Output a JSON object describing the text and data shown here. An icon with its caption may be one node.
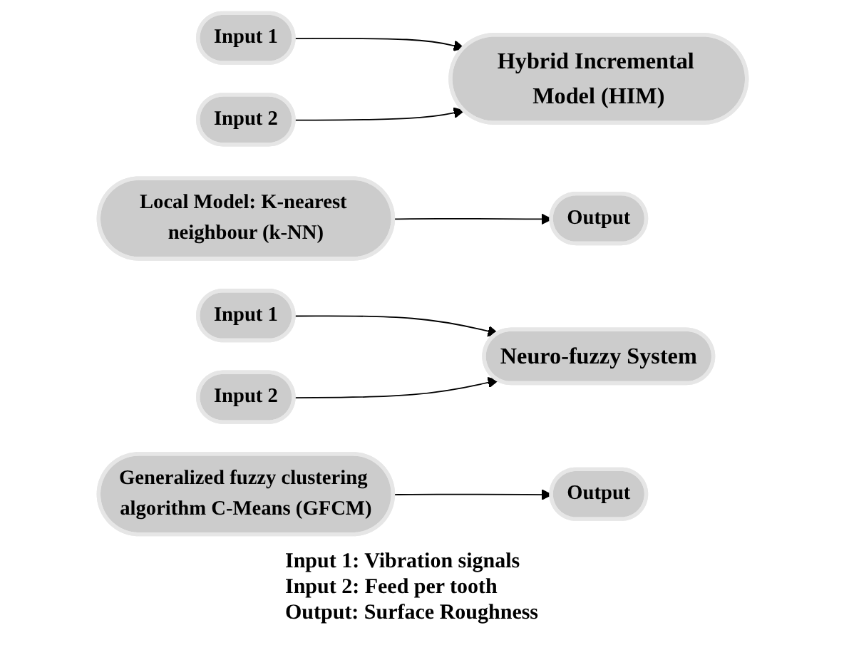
{
  "diagram": {
    "nodes": [
      {
        "text": [
          "Input 1"
        ]
      },
      {
        "text": [
          "Input 2"
        ]
      },
      {
        "text": [
          "Hybrid Incremental Model (HIM)"
        ]
      },
      {
        "text": [
          "Local Model: K-nearest neighbour (k-NN)"
        ]
      },
      {
        "text": [
          "Output"
        ]
      },
      {
        "text": [
          "Input 1"
        ]
      },
      {
        "text": [
          "Input 2"
        ]
      },
      {
        "text": [
          "Neuro-fuzzy System"
        ]
      },
      {
        "text": [
          "Generalized fuzzy clustering algorithm C-Means (GFCM)"
        ]
      },
      {
        "text": [
          "Output"
        ]
      }
    ],
    "edges": [
      {
        "from": 0,
        "to": 2,
        "arrow": "to"
      },
      {
        "from": 1,
        "to": 2,
        "arrow": "to"
      },
      {
        "from": 3,
        "to": 4,
        "arrow": "to"
      },
      {
        "from": 5,
        "to": 7,
        "arrow": "to"
      },
      {
        "from": 6,
        "to": 7,
        "arrow": "to"
      },
      {
        "from": 8,
        "to": 9,
        "arrow": "to"
      }
    ],
    "labels": [
      "Input 1: Vibration signals",
      "Input 2: Feed per tooth",
      "Output: Surface Roughness"
    ]
  }
}
